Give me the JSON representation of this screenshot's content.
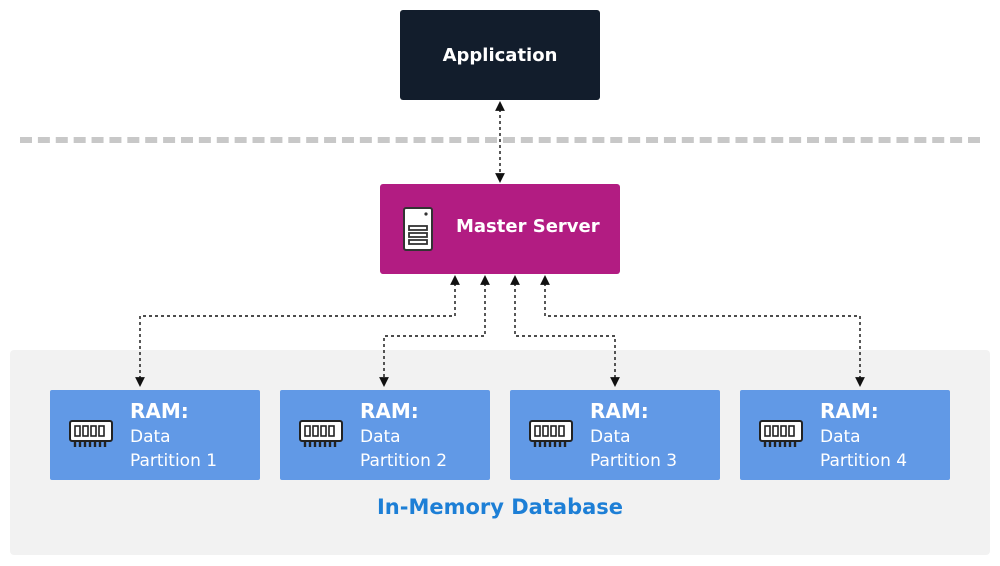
{
  "colors": {
    "application_bg": "#121d2c",
    "master_bg": "#b21c82",
    "ram_bg": "#6199e6",
    "db_panel_bg": "#f2f2f2",
    "db_label": "#1d7fd6",
    "divider": "#c8c8c8",
    "connector": "#111111"
  },
  "application": {
    "label": "Application"
  },
  "master": {
    "label": "Master Server",
    "icon": "server-icon"
  },
  "partitions": [
    {
      "title": "RAM:",
      "line1": "Data",
      "line2": "Partition 1",
      "icon": "memory-chip-icon"
    },
    {
      "title": "RAM:",
      "line1": "Data",
      "line2": "Partition 2",
      "icon": "memory-chip-icon"
    },
    {
      "title": "RAM:",
      "line1": "Data",
      "line2": "Partition 3",
      "icon": "memory-chip-icon"
    },
    {
      "title": "RAM:",
      "line1": "Data",
      "line2": "Partition 4",
      "icon": "memory-chip-icon"
    }
  ],
  "database": {
    "label": "In-Memory Database"
  }
}
